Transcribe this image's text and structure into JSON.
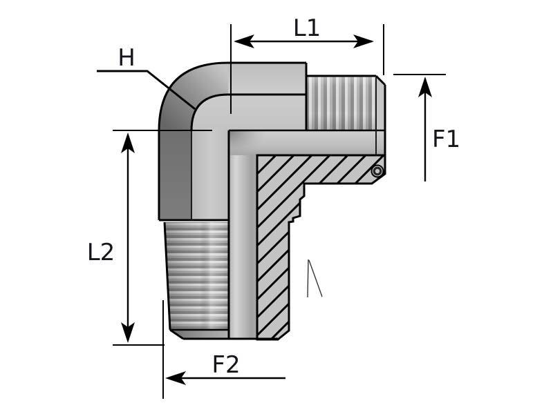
{
  "diagram": {
    "title": "90-degree male elbow adapter - half-section technical drawing",
    "labels": {
      "l1": "L1",
      "l2": "L2",
      "f1": "F1",
      "f2": "F2",
      "h": "H"
    },
    "colors": {
      "background": "#ffffff",
      "outline": "#000000",
      "label": "#15151d",
      "body-light": "#c8c8c8",
      "body-mid": "#9a9a9a",
      "body-dark": "#6f6f6f",
      "hatch-fill": "#c4c4c4"
    }
  }
}
